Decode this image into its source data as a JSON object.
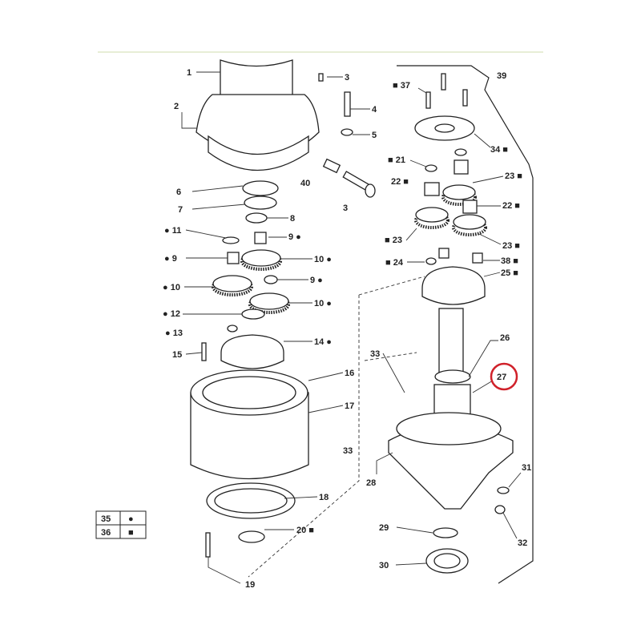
{
  "callouts": [
    {
      "text": "1"
    },
    {
      "text": "2"
    },
    {
      "text": "3"
    },
    {
      "text": "4"
    },
    {
      "text": "5"
    },
    {
      "text": "40"
    },
    {
      "text": "3"
    },
    {
      "text": "6"
    },
    {
      "text": "7"
    },
    {
      "text": "8"
    },
    {
      "text": "9 ●"
    },
    {
      "text": "● 11"
    },
    {
      "text": "● 9"
    },
    {
      "text": "10 ●"
    },
    {
      "text": "● 10"
    },
    {
      "text": "9 ●"
    },
    {
      "text": "10 ●"
    },
    {
      "text": "● 12"
    },
    {
      "text": "● 13"
    },
    {
      "text": "14 ●"
    },
    {
      "text": "15"
    },
    {
      "text": "16"
    },
    {
      "text": "17"
    },
    {
      "text": "33"
    },
    {
      "text": "18"
    },
    {
      "text": "20 ■"
    },
    {
      "text": "19"
    },
    {
      "text": "■ 37"
    },
    {
      "text": "39"
    },
    {
      "text": "34 ■"
    },
    {
      "text": "■ 21"
    },
    {
      "text": "22 ■"
    },
    {
      "text": "23 ■"
    },
    {
      "text": "22 ■"
    },
    {
      "text": "■ 23"
    },
    {
      "text": "23 ■"
    },
    {
      "text": "■ 24"
    },
    {
      "text": "38 ■"
    },
    {
      "text": "25 ■"
    },
    {
      "text": "26"
    },
    {
      "text": "27"
    },
    {
      "text": "33"
    },
    {
      "text": "28"
    },
    {
      "text": "31"
    },
    {
      "text": "29"
    },
    {
      "text": "32"
    },
    {
      "text": "30"
    }
  ],
  "legend": [
    {
      "number": "35",
      "symbol": "●"
    },
    {
      "number": "36",
      "symbol": "■"
    }
  ],
  "highlight": {
    "callout": "27",
    "color": "#d0212a"
  },
  "colors": {
    "top_rule": "#dfe9c8",
    "ink": "#222222"
  }
}
